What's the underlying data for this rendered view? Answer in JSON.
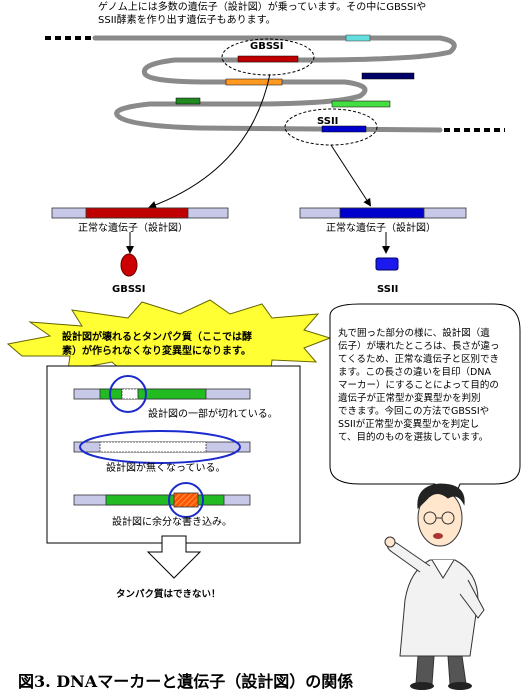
{
  "intro": {
    "line1": "ゲノム上には多数の遺伝子（設計図）が乗っています。その中にGBSSIや",
    "line2": "SSII酵素を作り出す遺伝子もあります。"
  },
  "genome": {
    "gbssi_label": "GBSSI",
    "ssii_label": "SSII"
  },
  "normal_genes": {
    "gbssi_caption": "正常な遺伝子（設計図）",
    "ssii_caption": "正常な遺伝子（設計図）",
    "gbssi_enzyme": "GBSSI",
    "ssii_enzyme": "SSII"
  },
  "warning": {
    "line1": "設計図が壊れるとタンパク質（ここでは酵",
    "line2": "素）が作られなくなり変異型になります。"
  },
  "mutations": [
    {
      "label": "設計図の一部が切れている。"
    },
    {
      "label": "設計図が無くなっている。"
    },
    {
      "label": "設計図に余分な書き込み。"
    }
  ],
  "arrow_caption": "タンパク質はできない！",
  "speech": {
    "lines": [
      "丸で囲った部分の様に、設計図（遺",
      "伝子）が壊れたところは、長さが違っ",
      "てくるため、正常な遺伝子と区別でき",
      "ます。この長さの違いを目印（DNA",
      "マーカー）にすることによって目的の",
      "遺伝子が正常型か変異型かを判別",
      "できます。今回この方法でGBSSIや",
      "SSIIが正常型か変異型かを判定し",
      "て、目的のものを選抜しています。"
    ]
  },
  "figure_title": "図3. DNAマーカーと遺伝子（設計図）の関係",
  "colors": {
    "gbssi_red": "#c00000",
    "ssii_blue": "#0000cc",
    "gene_green": "#22bb22",
    "chromosome_gray": "#8a8a8a",
    "light_purple": "#c8c8e8",
    "starburst_yellow": "#ffff33",
    "circle_blue": "#1a2acc"
  }
}
